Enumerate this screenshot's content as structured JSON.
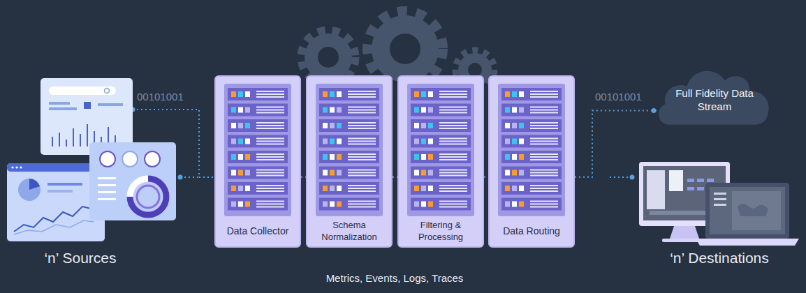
{
  "diagram": {
    "nodes": [
      {
        "text": [
          "Data Collector"
        ]
      },
      {
        "text": [
          "Schema Normalization"
        ]
      },
      {
        "text": [
          "Filtering & Processing"
        ]
      },
      {
        "text": [
          "Data Routing"
        ]
      },
      {
        "text": [
          "Full Fidelity Data Stream"
        ]
      }
    ],
    "edges": [
      {
        "from": 0,
        "to": 1,
        "arrow": "none"
      },
      {
        "from": 1,
        "to": 2,
        "arrow": "none"
      },
      {
        "from": 2,
        "to": 3,
        "arrow": "none"
      },
      {
        "from": 3,
        "to": 4,
        "arrow": "none"
      }
    ],
    "labels": [
      "00101001",
      "00101001",
      "‘n’ Sources",
      "‘n’ Destinations",
      "Metrics, Events, Logs, Traces"
    ]
  }
}
